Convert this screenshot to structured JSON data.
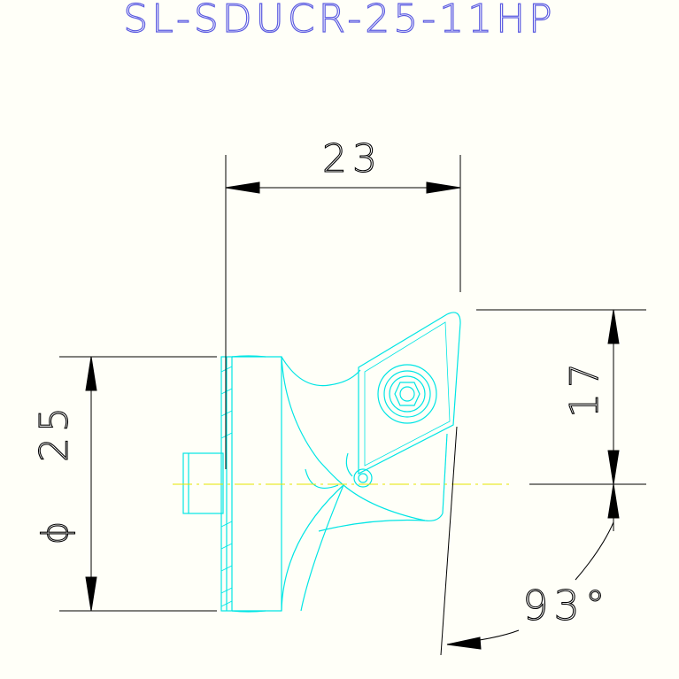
{
  "drawing": {
    "title": "SL-SDUCR-25-11HP",
    "dim_width": "23",
    "dim_height": "17",
    "dim_diameter_symbol": "ϕ",
    "dim_diameter_value": "25",
    "dim_angle": "93°"
  },
  "colors": {
    "title": "#5b5be0",
    "geometry": "#00e5e5",
    "centerline": "#e6e600",
    "dimension": "#000000",
    "background": "#fffff8"
  }
}
